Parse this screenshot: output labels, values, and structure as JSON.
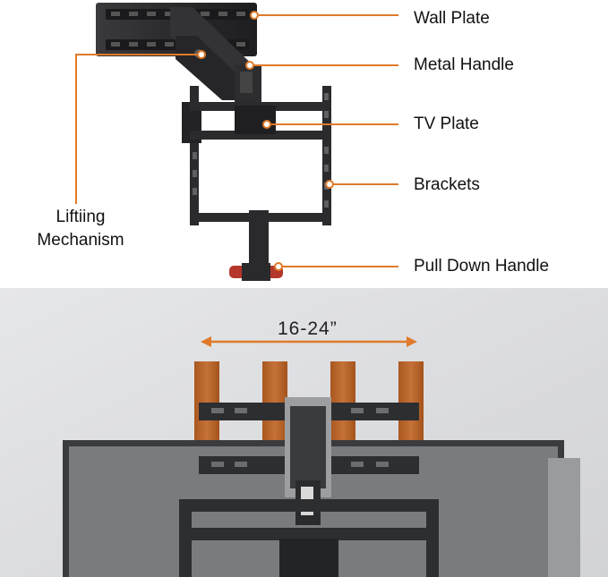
{
  "callouts": {
    "wall_plate": "Wall  Plate",
    "metal_handle": "Metal Handle",
    "tv_plate": "TV Plate",
    "brackets": "Brackets",
    "pull_down_handle": "Pull Down Handle",
    "lifting_line1": "Liftiing",
    "lifting_line2": "Mechanism"
  },
  "stud_spacing": "16-24”",
  "colors": {
    "accent_orange": "#e07a2a",
    "mount_black": "#2b2b2d",
    "wood": "#b8652c",
    "handle_red": "#b5372b"
  }
}
